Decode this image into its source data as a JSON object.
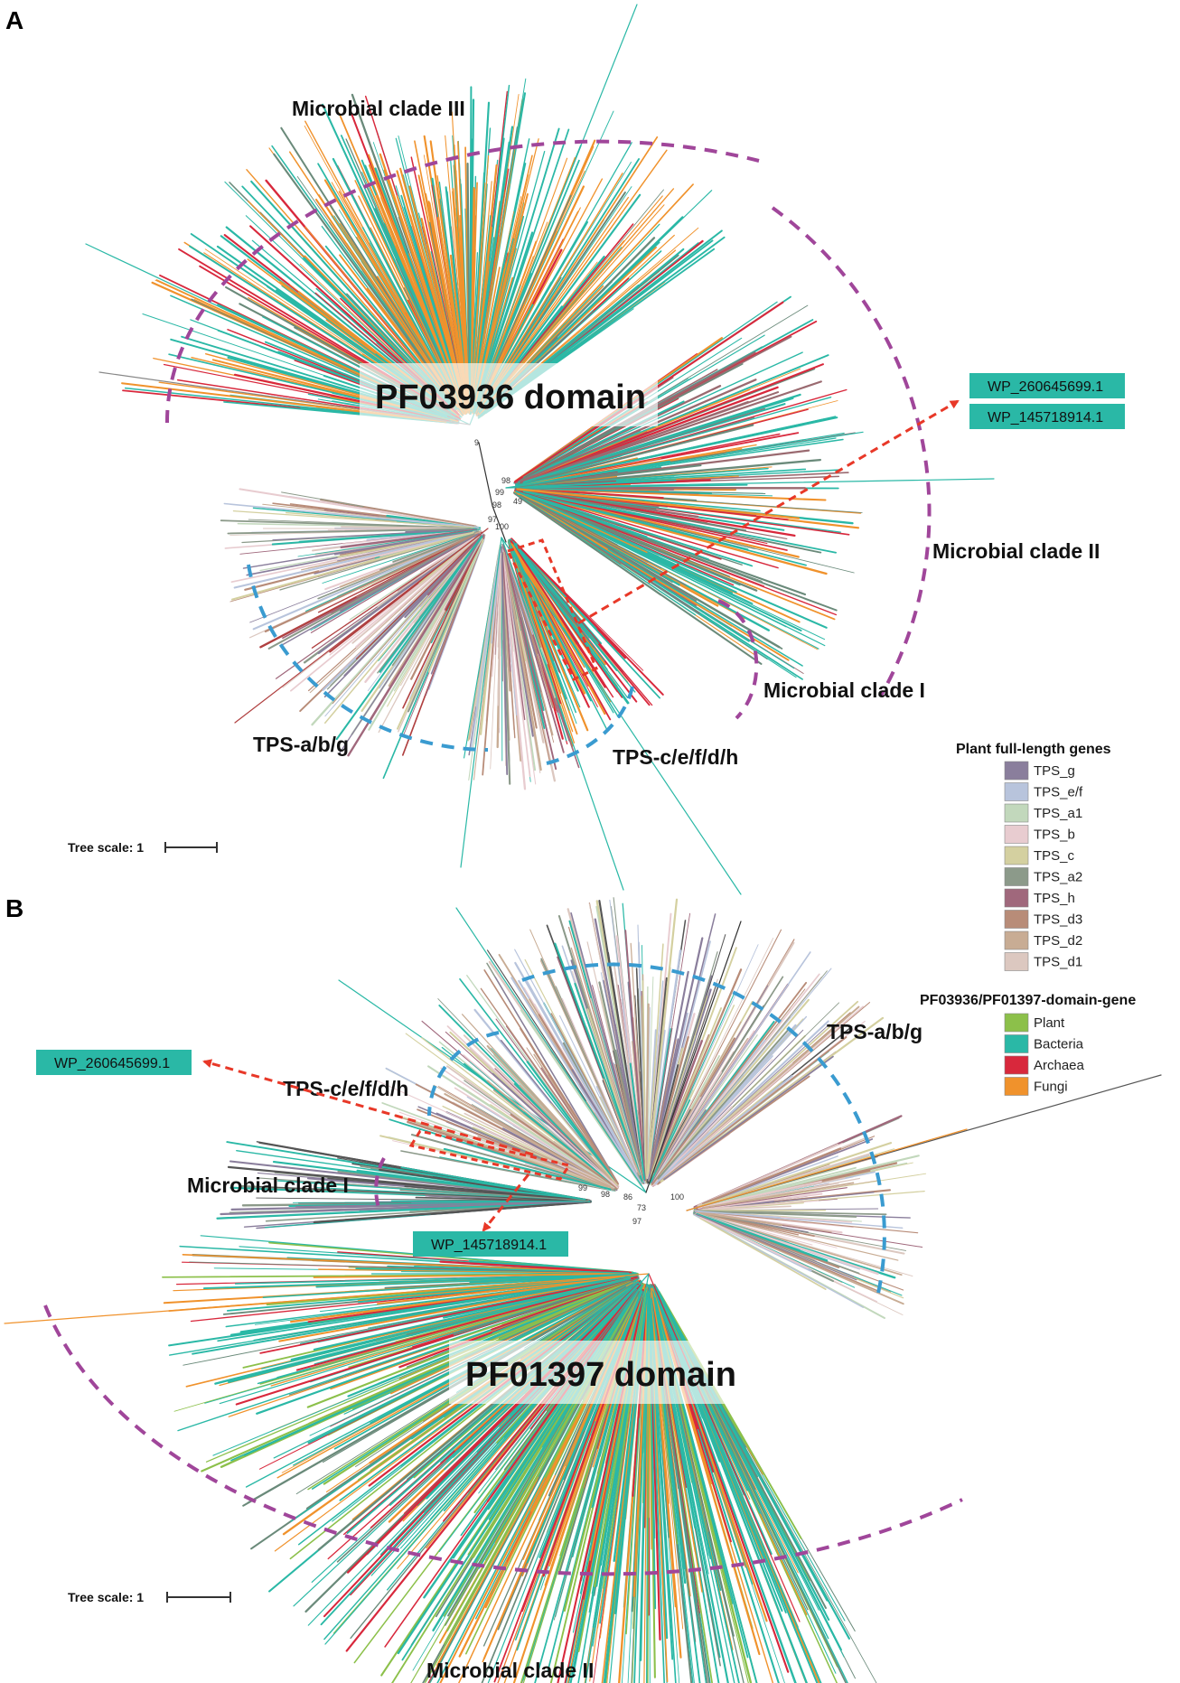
{
  "panels": [
    {
      "letter": "A",
      "domain_label": "PF03936 domain",
      "clade_labels": [
        "Microbial clade III",
        "Microbial clade II",
        "Microbial clade I",
        "TPS-a/b/g",
        "TPS-c/e/f/d/h"
      ],
      "accessions": [
        "WP_260645699.1",
        "WP_145718914.1"
      ],
      "tree_scale": "Tree scale: 1"
    },
    {
      "letter": "B",
      "domain_label": "PF01397 domain",
      "clade_labels": [
        "TPS-a/b/g",
        "TPS-c/e/f/d/h",
        "Microbial clade I",
        "Microbial clade II"
      ],
      "accessions": [
        "WP_260645699.1",
        "WP_145718914.1"
      ],
      "tree_scale": "Tree scale: 1"
    }
  ],
  "bootstrap_values": [
    "9",
    "98",
    "99",
    "49",
    "98",
    "97",
    "100",
    "86",
    "73"
  ],
  "legend": {
    "plant_title": "Plant full-length genes",
    "plant_items": [
      {
        "label": "TPS_g",
        "color": "#8a7e9c"
      },
      {
        "label": "TPS_e/f",
        "color": "#b8c4dc"
      },
      {
        "label": "TPS_a1",
        "color": "#c2d8bc"
      },
      {
        "label": "TPS_b",
        "color": "#e8ccd0"
      },
      {
        "label": "TPS_c",
        "color": "#d4d0a0"
      },
      {
        "label": "TPS_a2",
        "color": "#8c9a8a"
      },
      {
        "label": "TPS_h",
        "color": "#a0687c"
      },
      {
        "label": "TPS_d3",
        "color": "#b88c78"
      },
      {
        "label": "TPS_d2",
        "color": "#c8ac94"
      },
      {
        "label": "TPS_d1",
        "color": "#dcc8c0"
      }
    ],
    "domain_title": "PF03936/PF01397-domain-gene",
    "domain_items": [
      {
        "label": "Plant",
        "color": "#8cc04a"
      },
      {
        "label": "Bacteria",
        "color": "#2ab8a6"
      },
      {
        "label": "Archaea",
        "color": "#d8283c"
      },
      {
        "label": "Fungi",
        "color": "#f0922c"
      }
    ]
  },
  "colors": {
    "microbial_arc": "#a0469a",
    "tps_arc": "#3a9bd0",
    "annotation_arrow": "#e83828",
    "accession_box": "#2ab8a6"
  }
}
